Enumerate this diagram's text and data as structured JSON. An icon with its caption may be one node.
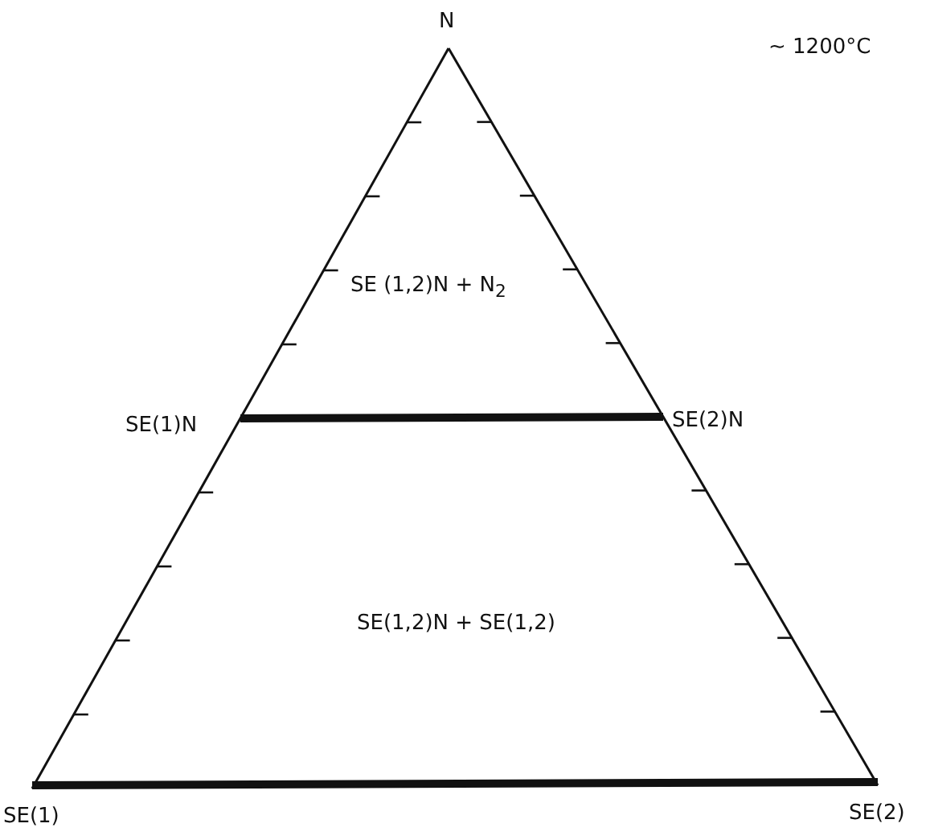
{
  "diagram": {
    "labels": [
      "N",
      "~ 1200°C",
      "SE (1,2)N + N$_{2}$",
      "SE(1)N",
      "SE(2)N",
      "SE(1,2)N + SE(1,2)",
      "SE(1)",
      "SE(2)"
    ]
  }
}
